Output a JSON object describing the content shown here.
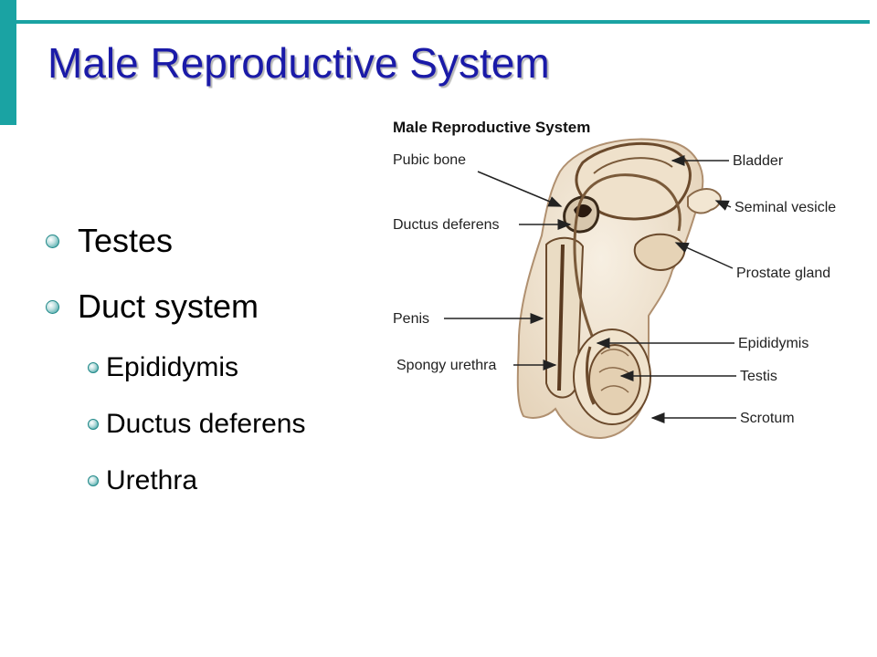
{
  "slide": {
    "title": "Male Reproductive System",
    "accent_color": "#1aa3a3",
    "title_color": "#1a1aa8"
  },
  "bullets": [
    {
      "label": "Testes",
      "sub": []
    },
    {
      "label": "Duct system",
      "sub": [
        {
          "label": "Epididymis"
        },
        {
          "label": "Ductus deferens"
        },
        {
          "label": "Urethra"
        }
      ]
    }
  ],
  "diagram": {
    "title": "Male Reproductive System",
    "labels": {
      "pubic_bone": "Pubic bone",
      "ductus_deferens": "Ductus deferens",
      "penis": "Penis",
      "spongy_urethra": "Spongy urethra",
      "bladder": "Bladder",
      "seminal_vesicle": "Seminal vesicle",
      "prostate_gland": "Prostate gland",
      "epididymis": "Epididymis",
      "testis": "Testis",
      "scrotum": "Scrotum"
    }
  }
}
